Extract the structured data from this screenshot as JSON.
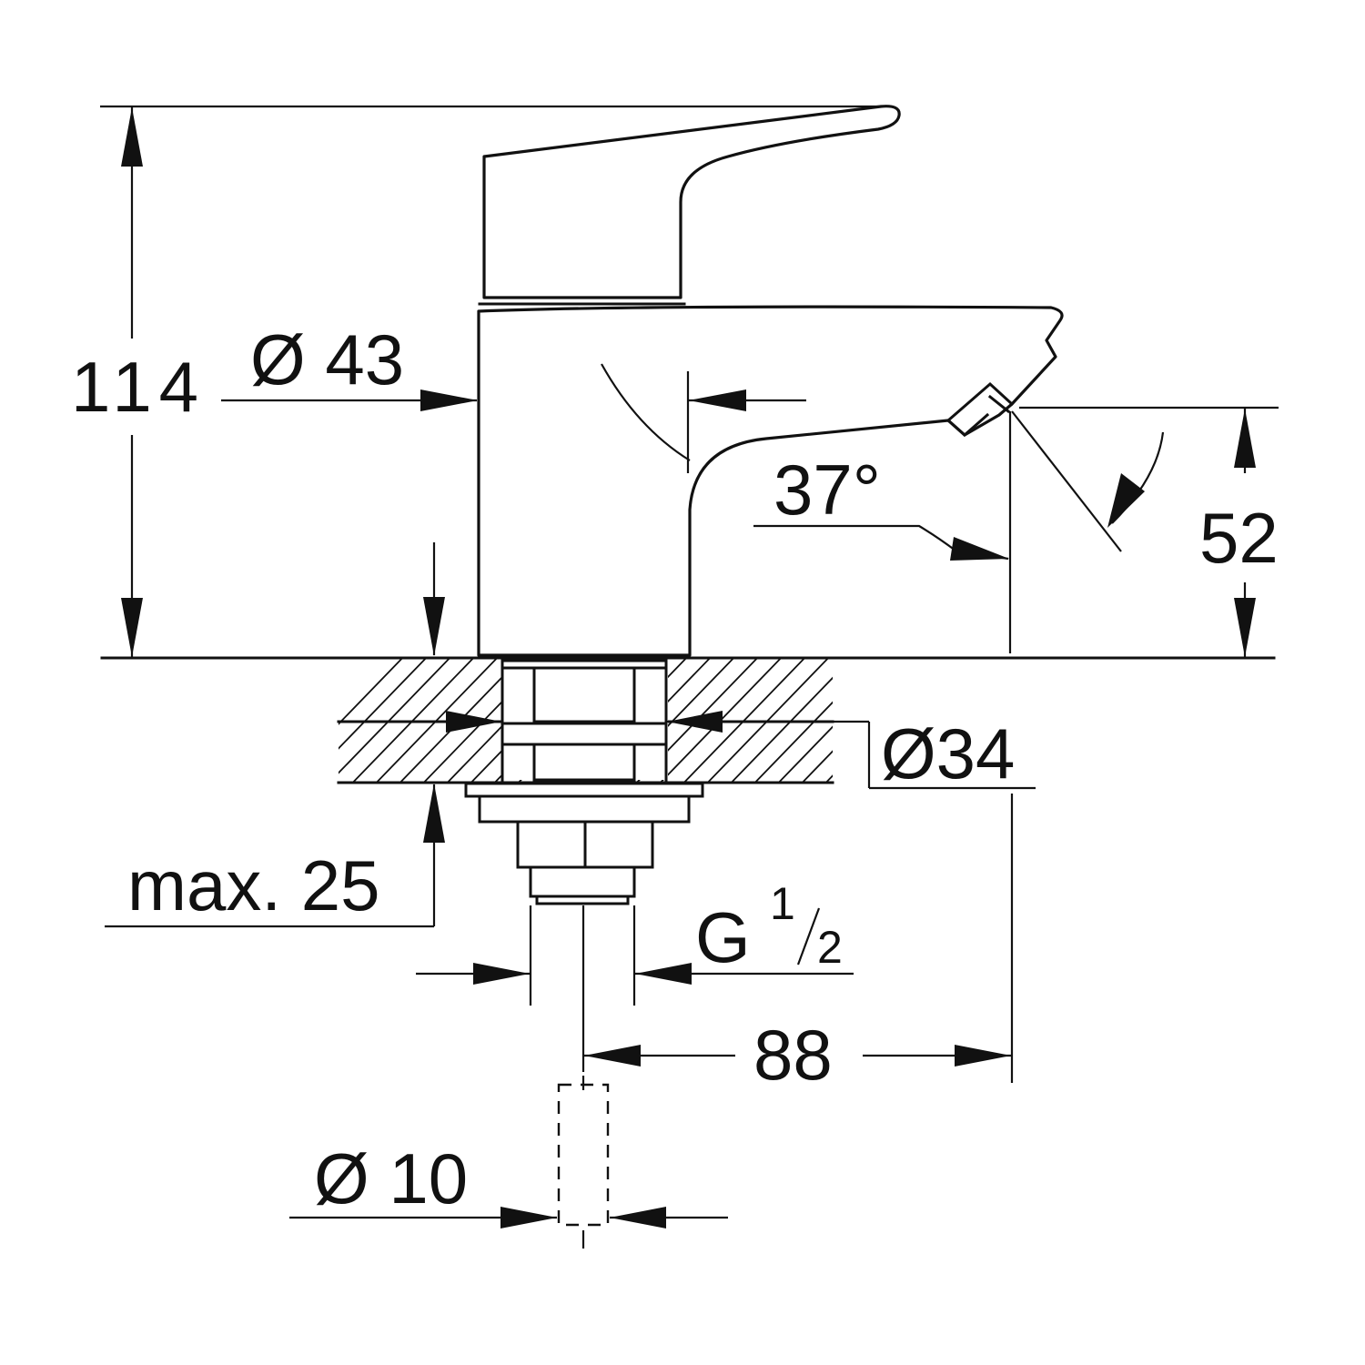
{
  "drawing": {
    "dimensions": {
      "height_total": "114",
      "diameter_body": "Ø 43",
      "angle": "37°",
      "spout_height": "52",
      "diameter_shank": "Ø34",
      "max_thickness": "max. 25",
      "thread_main": "G",
      "thread_num": "1",
      "thread_den": "2",
      "spout_reach": "88",
      "diameter_pipe": "Ø 10"
    }
  }
}
